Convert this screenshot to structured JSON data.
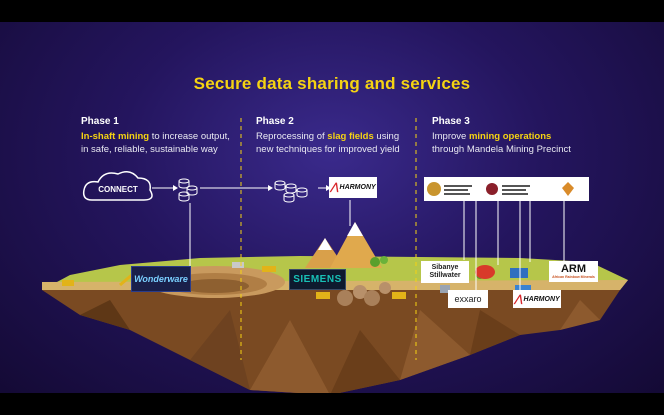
{
  "title": "Secure data sharing and services",
  "phases": [
    {
      "heading": "Phase 1",
      "highlight": "In-shaft mining",
      "line1_rest": " to increase output,",
      "line2": "in safe, reliable, sustainable way"
    },
    {
      "heading": "Phase 2",
      "line1_pre": "Reprocessing of ",
      "highlight": "slag fields",
      "line1_post": " using",
      "line2": "new techniques for improved yield"
    },
    {
      "heading": "Phase 3",
      "line1_pre": "Improve ",
      "highlight": "mining operations",
      "line2": "through Mandela Mining Precinct"
    }
  ],
  "cloud_label": "CONNECT",
  "logos": {
    "harmony_top": "HARMONY",
    "siemens": "SIEMENS",
    "sibanye_1": "Sibanye",
    "sibanye_2": "Stillwater",
    "arm": "ARM",
    "arm_sub": "African Rainbow Minerals",
    "exxaro": "exxaro",
    "harmony_bottom": "HARMONY",
    "wonderware": "Wonderware"
  },
  "colors": {
    "accent_yellow": "#f5d312",
    "bg_purple": "#24155e",
    "ground_brown": "#8b5a2b",
    "grass_green": "#b6c64a"
  }
}
